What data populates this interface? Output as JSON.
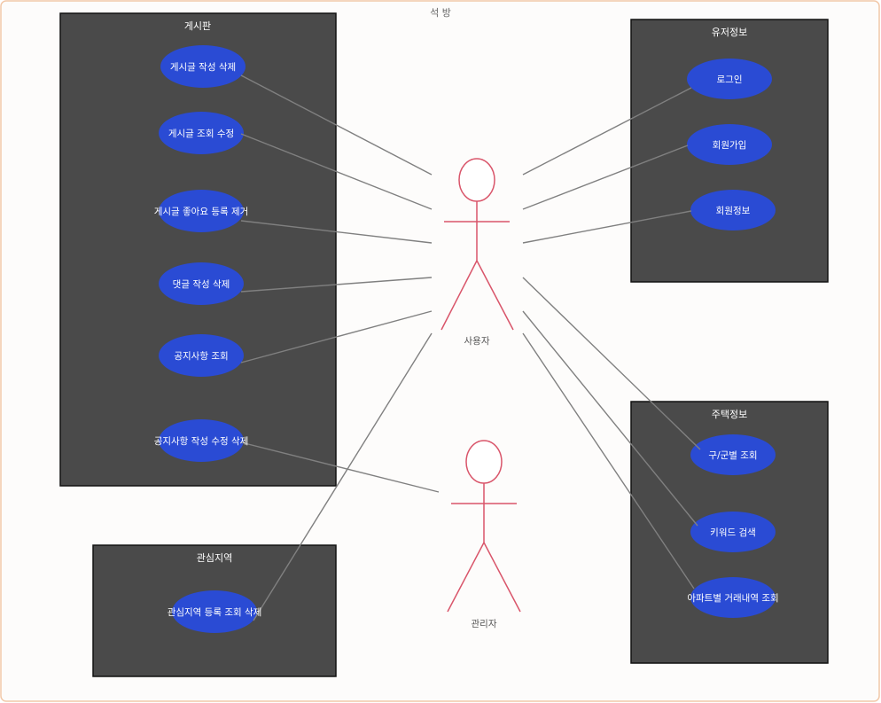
{
  "diagram": {
    "title": "석 방",
    "actors": {
      "user": {
        "label": "사용자"
      },
      "admin": {
        "label": "관리자"
      }
    },
    "packages": {
      "board": {
        "title": "게시판",
        "use_cases": [
          "게시글 작성 삭제",
          "게시글 조회 수정",
          "게시글 좋아요 등록 제거",
          "댓글 작성 삭제",
          "공지사항 조회",
          "공지사항 작성 수정 삭제"
        ]
      },
      "user_info": {
        "title": "유저정보",
        "use_cases": [
          "로그인",
          "회원가입",
          "회원정보"
        ]
      },
      "housing": {
        "title": "주택정보",
        "use_cases": [
          "구/군별 조회",
          "키워드 검색",
          "아파트별 거래내역 조회"
        ]
      },
      "interest": {
        "title": "관심지역",
        "use_cases": [
          "관심지역 등록 조회 삭제"
        ]
      }
    },
    "colors": {
      "package_fill": "#4a4a4a",
      "use_case_fill": "#2a4bd4",
      "actor_stroke": "#d9556a",
      "association_line": "#808080",
      "frame_border": "#f2c8a8"
    }
  }
}
